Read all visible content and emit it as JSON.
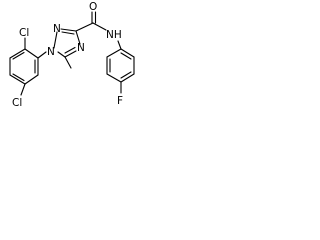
{
  "molecule": {
    "atoms": {
      "cl_top": "Cl",
      "cl_bottom": "Cl",
      "n_triazole_1": "N",
      "n_triazole_2": "N",
      "n_triazole_4": "N",
      "o_carbonyl": "O",
      "nh_amide": "NH",
      "f_para": "F"
    },
    "colors": {
      "bond": "#000000",
      "label": "#000000",
      "background": "#ffffff"
    }
  }
}
